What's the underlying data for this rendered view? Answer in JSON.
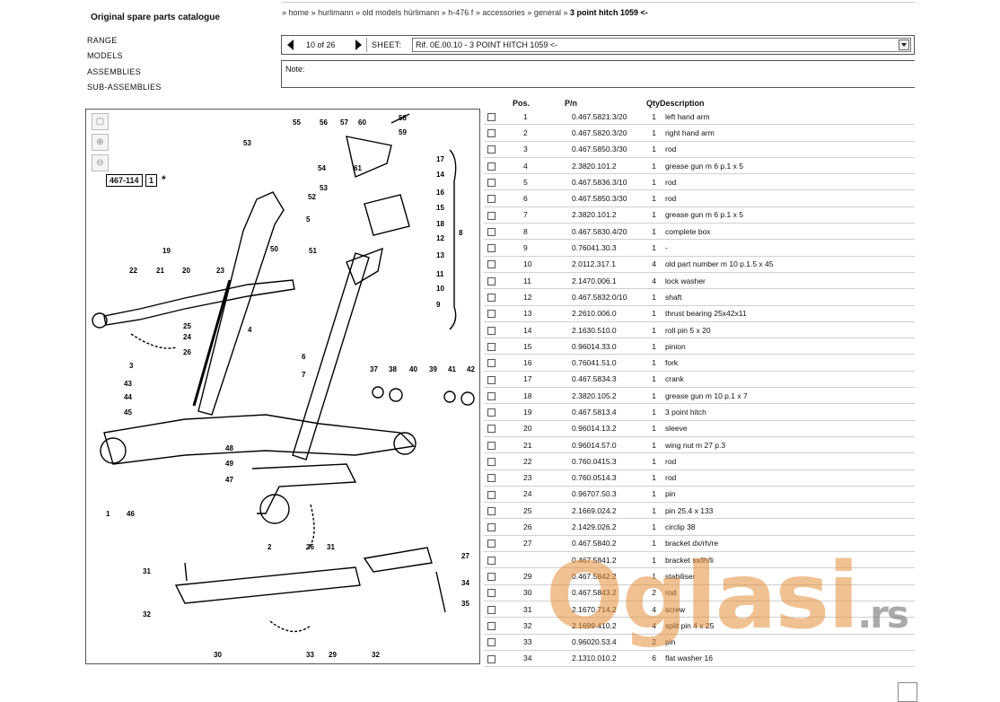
{
  "catalog_title": "Original spare parts catalogue",
  "sidebar": {
    "items": [
      {
        "label": "RANGE"
      },
      {
        "label": "MODELS"
      },
      {
        "label": "ASSEMBLIES"
      },
      {
        "label": "SUB-ASSEMBLIES"
      }
    ]
  },
  "breadcrumb": {
    "items": [
      "home",
      "hurlimann",
      "old models hürlimann",
      "h-476 f",
      "accessories",
      "general"
    ],
    "current": "3 point hitch 1059 <-",
    "separator": "»"
  },
  "sheet_nav": {
    "pager": "10 of 26",
    "sheet_label": "SHEET:",
    "selected_sheet": "Rif. 0E.00.10 - 3 POINT HITCH 1059 <-"
  },
  "note_label": "Note:",
  "diagram": {
    "ref_code": "467-114",
    "ref_num": "1",
    "ref_mark": "*",
    "tools": [
      "fit-icon",
      "zoom-in-icon",
      "zoom-out-icon"
    ]
  },
  "table": {
    "headers": {
      "pos": "Pos.",
      "pn": "P/n",
      "qty": "Qty",
      "desc": "Description"
    },
    "rows": [
      {
        "pos": "1",
        "pn": "0.467.5821.3/20",
        "qty": "1",
        "desc": "left hand arm"
      },
      {
        "pos": "2",
        "pn": "0.467.5820.3/20",
        "qty": "1",
        "desc": "right hand arm"
      },
      {
        "pos": "3",
        "pn": "0.467.5850.3/30",
        "qty": "1",
        "desc": "rod"
      },
      {
        "pos": "4",
        "pn": "2.3820.101.2",
        "qty": "1",
        "desc": "grease gun m 6 p.1 x 5"
      },
      {
        "pos": "5",
        "pn": "0.467.5836.3/10",
        "qty": "1",
        "desc": "rod"
      },
      {
        "pos": "6",
        "pn": "0.467.5850.3/30",
        "qty": "1",
        "desc": "rod"
      },
      {
        "pos": "7",
        "pn": "2.3820.101.2",
        "qty": "1",
        "desc": "grease gun m 6 p.1 x 5"
      },
      {
        "pos": "8",
        "pn": "0.467.5830.4/20",
        "qty": "1",
        "desc": "complete box"
      },
      {
        "pos": "9",
        "pn": "0.76041.30.3",
        "qty": "1",
        "desc": "-"
      },
      {
        "pos": "10",
        "pn": "2.0112.317.1",
        "qty": "4",
        "desc": "old part number m 10 p.1.5 x 45"
      },
      {
        "pos": "11",
        "pn": "2.1470.006.1",
        "qty": "4",
        "desc": "lock washer"
      },
      {
        "pos": "12",
        "pn": "0.467.5832.0/10",
        "qty": "1",
        "desc": "shaft"
      },
      {
        "pos": "13",
        "pn": "2.2610.006.0",
        "qty": "1",
        "desc": "thrust bearing 25x42x11"
      },
      {
        "pos": "14",
        "pn": "2.1630.510.0",
        "qty": "1",
        "desc": "roll pin 5 x 20"
      },
      {
        "pos": "15",
        "pn": "0.96014.33.0",
        "qty": "1",
        "desc": "pinion"
      },
      {
        "pos": "16",
        "pn": "0.76041.51.0",
        "qty": "1",
        "desc": "fork"
      },
      {
        "pos": "17",
        "pn": "0.467.5834.3",
        "qty": "1",
        "desc": "crank"
      },
      {
        "pos": "18",
        "pn": "2.3820.105.2",
        "qty": "1",
        "desc": "grease gun m 10 p.1 x 7"
      },
      {
        "pos": "19",
        "pn": "0.467.5813.4",
        "qty": "1",
        "desc": "3 point hitch"
      },
      {
        "pos": "20",
        "pn": "0.96014.13.2",
        "qty": "1",
        "desc": "sleeve"
      },
      {
        "pos": "21",
        "pn": "0.96014.57.0",
        "qty": "1",
        "desc": "wing nut m 27 p.3"
      },
      {
        "pos": "22",
        "pn": "0.760.0415.3",
        "qty": "1",
        "desc": "rod"
      },
      {
        "pos": "23",
        "pn": "0.760.0514.3",
        "qty": "1",
        "desc": "rod"
      },
      {
        "pos": "24",
        "pn": "0.96707.50.3",
        "qty": "1",
        "desc": "pin"
      },
      {
        "pos": "25",
        "pn": "2.1669.024.2",
        "qty": "1",
        "desc": "pin 25.4 x 133"
      },
      {
        "pos": "26",
        "pn": "2.1429.026.2",
        "qty": "1",
        "desc": "circlip 38"
      },
      {
        "pos": "27",
        "pn": "0.467.5840.2",
        "qty": "1",
        "desc": "bracket dx/rh/re"
      },
      {
        "pos": "",
        "pn": "0.467.5841.2",
        "qty": "1",
        "desc": "bracket sx/lh/li"
      },
      {
        "pos": "29",
        "pn": "0.467.5842.2",
        "qty": "1",
        "desc": "stabiliser"
      },
      {
        "pos": "30",
        "pn": "0.467.5843.2",
        "qty": "2",
        "desc": "rod"
      },
      {
        "pos": "31",
        "pn": "2.1670.714.2",
        "qty": "4",
        "desc": "screw"
      },
      {
        "pos": "32",
        "pn": "2.1699.410.2",
        "qty": "4",
        "desc": "split pin 4 x 25"
      },
      {
        "pos": "33",
        "pn": "0.96020.53.4",
        "qty": "2",
        "desc": "pin"
      },
      {
        "pos": "34",
        "pn": "2.1310.010.2",
        "qty": "6",
        "desc": "flat washer 16"
      }
    ]
  },
  "watermark": {
    "main": "Oglasi",
    "suffix": ".rs"
  },
  "colors": {
    "watermark": "#e58f3c",
    "border": "#555555"
  }
}
